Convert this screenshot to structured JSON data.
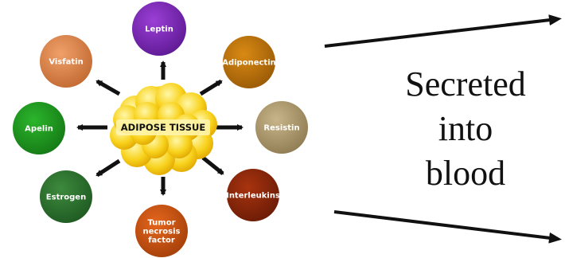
{
  "hub": {
    "label": "ADIPOSE TISSUE"
  },
  "nodes": [
    {
      "id": "leptin",
      "lines": [
        "Leptin"
      ],
      "color": "#9b3fd6",
      "dark": "#5e1a94"
    },
    {
      "id": "adiponectin",
      "lines": [
        "Adiponectin"
      ],
      "color": "#d98a14",
      "dark": "#9a5a06"
    },
    {
      "id": "resistin",
      "lines": [
        "Resistin"
      ],
      "color": "#c9b58a",
      "dark": "#8f7c52"
    },
    {
      "id": "interleukins",
      "lines": [
        "Interleukins"
      ],
      "color": "#a8330f",
      "dark": "#6b1c06"
    },
    {
      "id": "tnf",
      "lines": [
        "Tumor",
        "necrosis",
        "factor"
      ],
      "color": "#e5661d",
      "dark": "#a5400a"
    },
    {
      "id": "estrogen",
      "lines": [
        "Estrogen"
      ],
      "color": "#3d8a3d",
      "dark": "#1f5a22"
    },
    {
      "id": "apelin",
      "lines": [
        "Apelin"
      ],
      "color": "#2cb52c",
      "dark": "#157a15"
    },
    {
      "id": "visfatin",
      "lines": [
        "Visfatin"
      ],
      "color": "#f0a06a",
      "dark": "#c26a32"
    }
  ],
  "caption": {
    "line1": "Secreted",
    "line2": "into",
    "line3": "blood"
  }
}
